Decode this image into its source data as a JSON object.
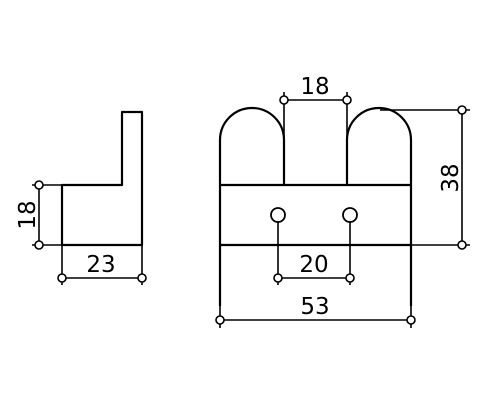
{
  "dimensions": {
    "side_height": "18",
    "side_width": "23",
    "top_gap": "18",
    "total_height": "38",
    "hole_spacing": "20",
    "total_width": "53"
  }
}
